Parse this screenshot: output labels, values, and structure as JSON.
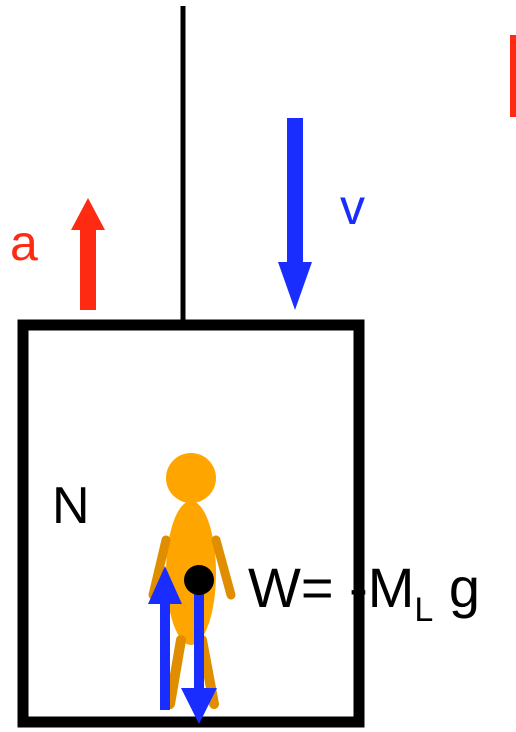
{
  "labels": {
    "acceleration": "a",
    "velocity": "v",
    "normal_force": "N",
    "weight_prefix": "W= -M",
    "weight_subscript": "L",
    "weight_suffix": " g"
  },
  "colors": {
    "acceleration": "#ff2a12",
    "velocity": "#1a2dff",
    "person": "#ffa500",
    "frame": "#000000"
  }
}
